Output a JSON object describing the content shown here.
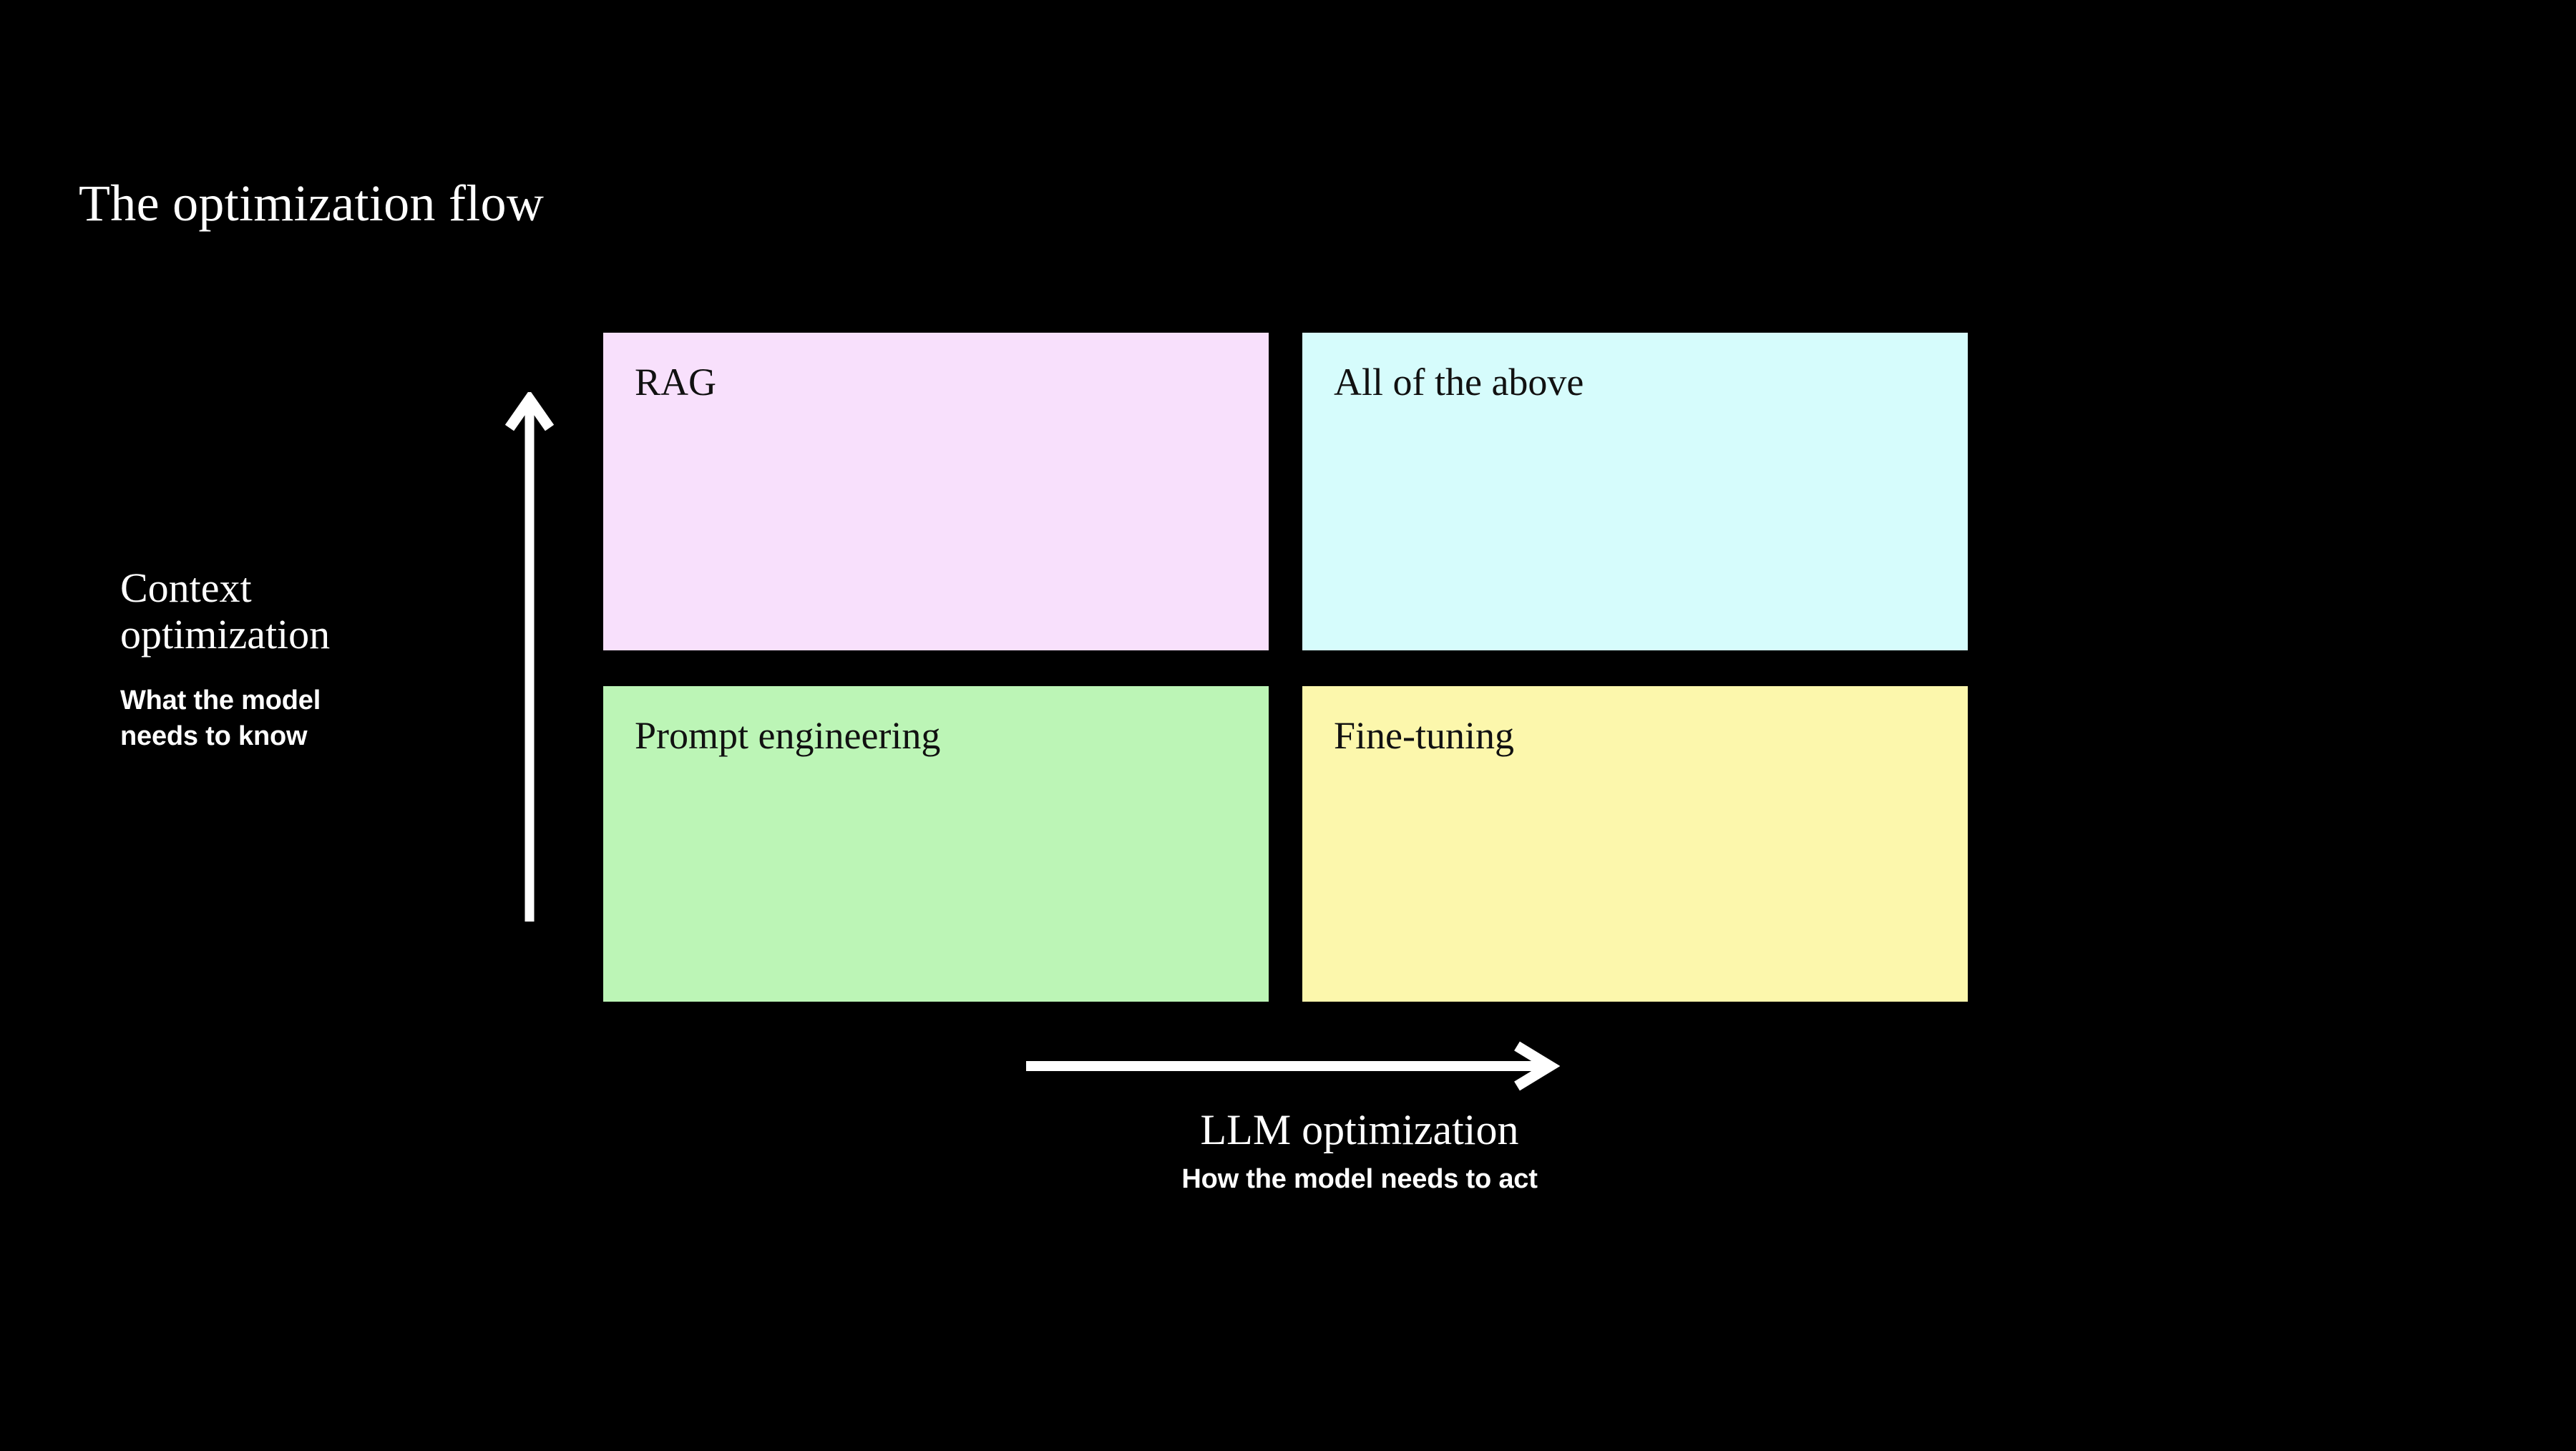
{
  "slide": {
    "title": "The optimization flow",
    "background_color": "#000000",
    "text_color": "#ffffff"
  },
  "matrix": {
    "quadrants": [
      {
        "id": "rag",
        "label": "RAG",
        "position": "top-left",
        "fill_color": "#F8E0FC",
        "label_color": "#111111"
      },
      {
        "id": "all-of-the-above",
        "label": "All of the above",
        "position": "top-right",
        "fill_color": "#D6FCFC",
        "label_color": "#111111"
      },
      {
        "id": "prompt-engineering",
        "label": "Prompt engineering",
        "position": "bottom-left",
        "fill_color": "#BCF5B6",
        "label_color": "#111111"
      },
      {
        "id": "fine-tuning",
        "label": "Fine-tuning",
        "position": "bottom-right",
        "fill_color": "#FCF7AC",
        "label_color": "#111111"
      }
    ]
  },
  "y_axis": {
    "title_line_1": "Context",
    "title_line_2": "optimization",
    "subtitle_line_1": "What the model",
    "subtitle_line_2": "needs to know",
    "arrow_direction": "up",
    "arrow_color": "#ffffff"
  },
  "x_axis": {
    "title": "LLM optimization",
    "subtitle": "How the model needs to act",
    "arrow_direction": "right",
    "arrow_color": "#ffffff"
  }
}
